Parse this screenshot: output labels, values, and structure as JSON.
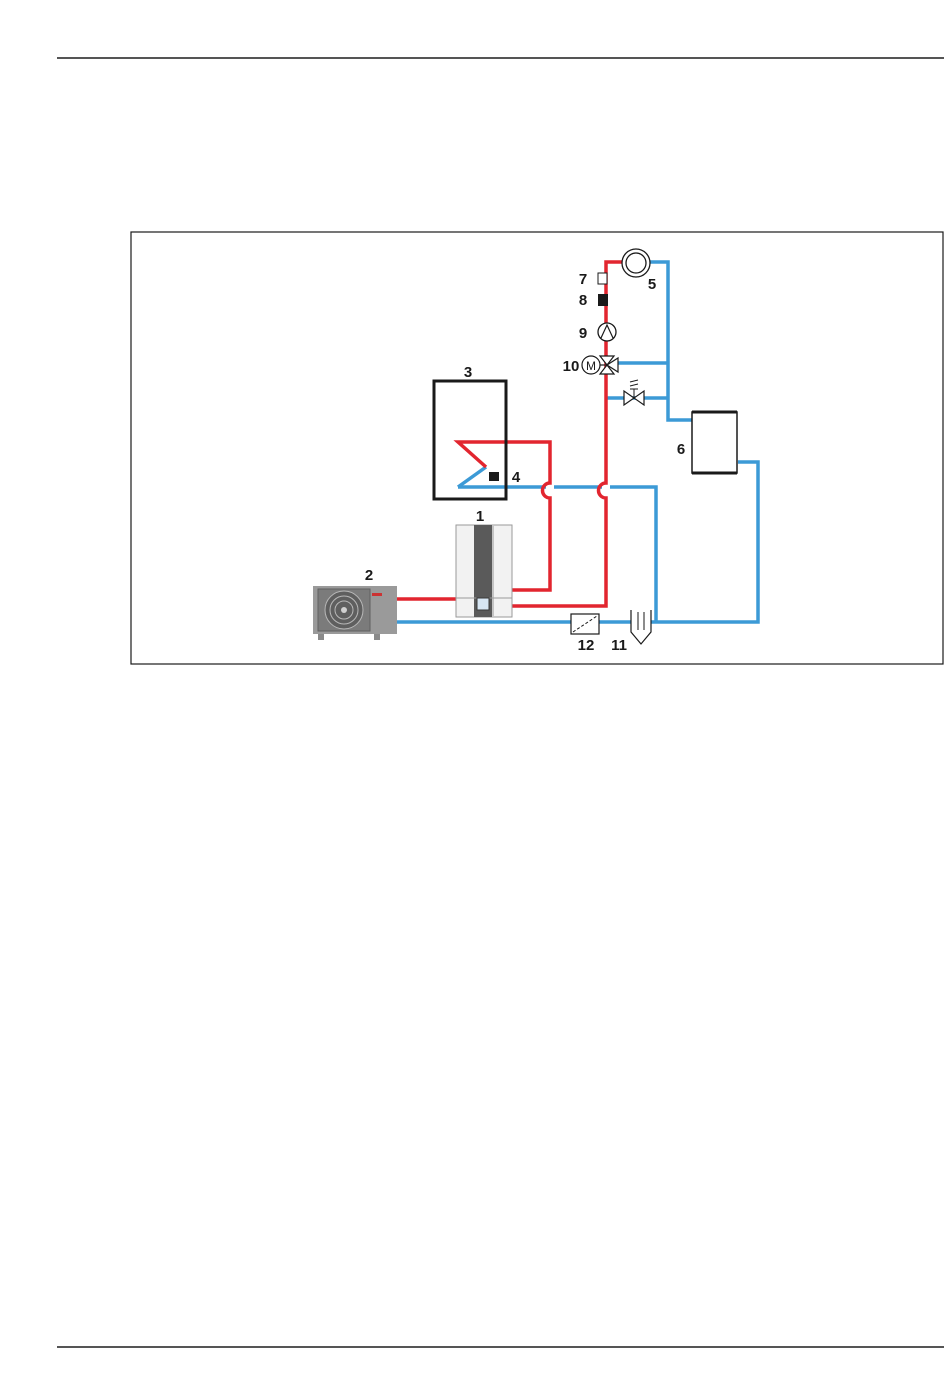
{
  "diagram": {
    "colors": {
      "flow": "#e2252f",
      "return": "#3c9ad6",
      "outline": "#1a1a1a"
    },
    "labels": {
      "l1": "1",
      "l2": "2",
      "l3": "3",
      "l4": "4",
      "l5": "5",
      "l6": "6",
      "l7": "7",
      "l8": "8",
      "l9": "9",
      "l10": "10",
      "l11": "11",
      "l12": "12"
    },
    "valve_motor_letter": "M"
  }
}
